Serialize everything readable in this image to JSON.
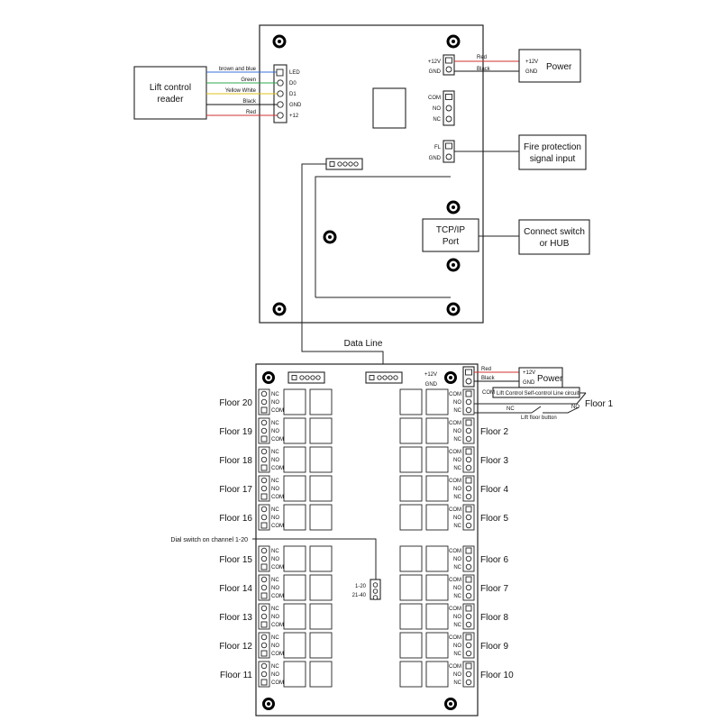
{
  "reader": {
    "title_line1": "Lift control",
    "title_line2": "reader",
    "wires": [
      {
        "label": "brown and blue",
        "pin": "LED",
        "color": "#3a6fd8"
      },
      {
        "label": "Green",
        "pin": "D0",
        "color": "#2fa84f"
      },
      {
        "label": "Yellow White",
        "pin": "D1",
        "color": "#e0c020"
      },
      {
        "label": "Black",
        "pin": "GND",
        "color": "#111111"
      },
      {
        "label": "Red",
        "pin": "+12",
        "color": "#d23030"
      }
    ]
  },
  "power_top": {
    "title": "Power",
    "pin_a": "+12V",
    "pin_b": "GND",
    "wire_a": "Red",
    "wire_b": "Black",
    "wire_a_color": "#d23030",
    "wire_b_color": "#111111"
  },
  "relay_out": {
    "pins": [
      "COM",
      "NO",
      "NC"
    ]
  },
  "fire": {
    "pin_a": "FL",
    "pin_b": "GND",
    "line1": "Fire protection",
    "line2": "signal input"
  },
  "tcp": {
    "line1": "TCP/IP",
    "line2": "Port"
  },
  "switch": {
    "line1": "Connect switch",
    "line2": "or HUB"
  },
  "data_line": "Data Line",
  "ext": {
    "power_title": "Power",
    "pin_a": "+12V",
    "pin_b": "GND",
    "board_pin_a": "+12V",
    "board_pin_b": "GND",
    "wire_a": "Red",
    "wire_b": "Black",
    "wire_a_color": "#d23030",
    "wire_b_color": "#111111",
    "floor1": "Floor 1",
    "self_control": "Lift Control Self-control Line circuit",
    "com": "COM",
    "nc": "NC",
    "no": "NO",
    "lift_button": "Lift floor button",
    "dial_label": "Dial switch on channel 1-20",
    "dial_a": "1-20",
    "dial_b": "21-40",
    "left_floors": [
      "Floor 20",
      "Floor 19",
      "Floor 18",
      "Floor 17",
      "Floor 16",
      "Floor 15",
      "Floor 14",
      "Floor 13",
      "Floor 12",
      "Floor 11"
    ],
    "right_floors": [
      "Floor 2",
      "Floor 3",
      "Floor 4",
      "Floor 5",
      "Floor 6",
      "Floor 7",
      "Floor 8",
      "Floor 9",
      "Floor 10"
    ],
    "left_pins": [
      "NC",
      "NO",
      "COM"
    ],
    "right_pins": [
      "COM",
      "NO",
      "NC"
    ]
  }
}
